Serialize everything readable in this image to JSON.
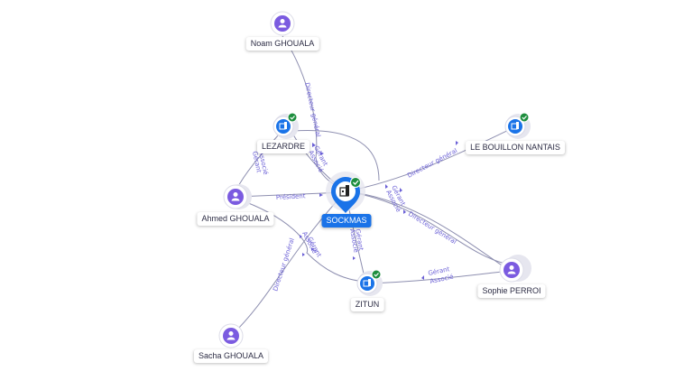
{
  "people": {
    "noam": "Noam GHOUALA",
    "ahmed": "Ahmed GHOUALA",
    "sacha": "Sacha GHOUALA",
    "sophie": "Sophie PERROI"
  },
  "companies": {
    "center": "SOCKMAS",
    "lezardre": "LEZARDRE",
    "bouillon": "LE BOUILLON NANTAIS",
    "zitun": "ZITUN"
  },
  "edge_labels": {
    "noam_lez": "Directeur général",
    "lez_center_1": "Gérant",
    "lez_center_2": "Associé",
    "ahmed_lez_1": "Gérant",
    "ahmed_lez_2": "Associé",
    "ahmed_center": "Président",
    "center_bouillon": "Directeur général",
    "center_sophie_1": "Gérant",
    "center_sophie_2": "Associé",
    "center_sophie_3": "Directeur général",
    "center_zitun_1": "Gérant",
    "center_zitun_2": "Associé",
    "ahmed_zitun_1": "Associé",
    "ahmed_zitun_2": "Gérant",
    "sacha_edge": "Directeur général",
    "sophie_zitun_1": "Gérant",
    "sophie_zitun_2": "Associé"
  },
  "colors": {
    "person": "#7b5be0",
    "company": "#1a73e8",
    "verified": "#1e8e3e",
    "edge": "#8e8fb0",
    "edge_label": "#6a5fd6"
  },
  "icons": {
    "person": "user-icon",
    "company": "building-icon",
    "verified": "check-badge-icon"
  }
}
